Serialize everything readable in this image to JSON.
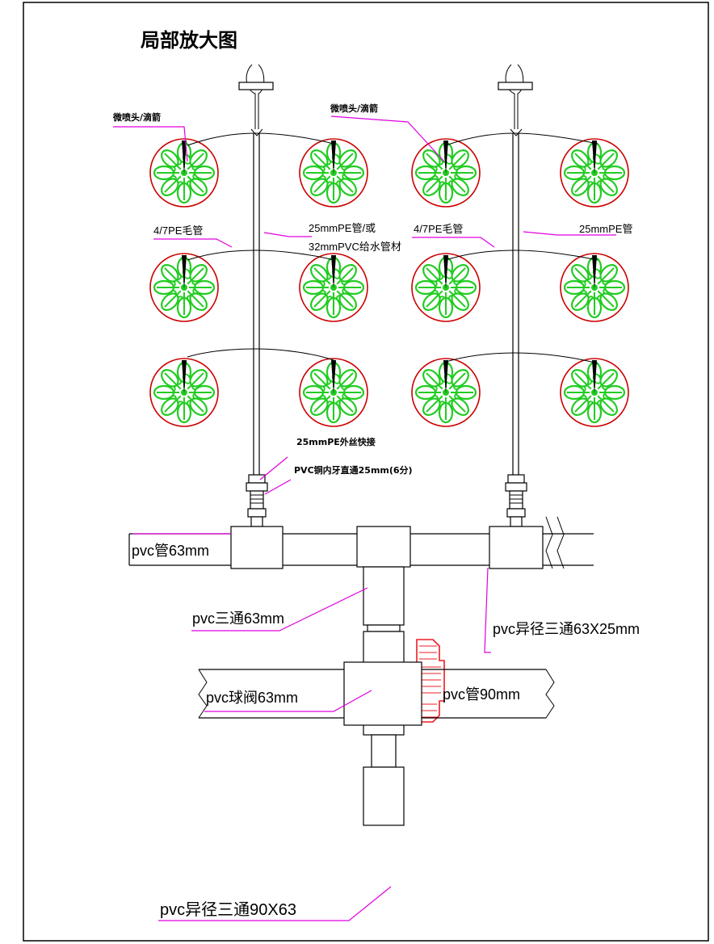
{
  "title": "局部放大图",
  "labels": {
    "sprinkler_1": "微喷头/滴箭",
    "sprinkler_2": "微喷头/滴箭",
    "pe_capillary_1": "4/7PE毛管",
    "pe_capillary_2": "4/7PE毛管",
    "pe_pipe_left_line1": "25mmPE管/或",
    "pe_pipe_left_line2": "32mmPVC给水管材",
    "pe_pipe_right": "25mmPE管",
    "quick_connector": "25mmPE外丝快接",
    "pvc_copper_straight": "PVC铜内牙直通25mm(6分)",
    "pvc_pipe_63": "pvc管63mm",
    "pvc_tee_63": "pvc三通63mm",
    "pvc_reducing_tee_63x25": "pvc异径三通63X25mm",
    "pvc_ball_valve_63": "pvc球阀63mm",
    "pvc_pipe_90": "pvc管90mm",
    "pvc_reducing_tee_90x63": "pvc异径三通90X63"
  },
  "colors": {
    "leader": "#e000e0",
    "plant_green": "#22cc22",
    "plant_ring": "#cc0000",
    "valve_red": "#ee1c24"
  }
}
